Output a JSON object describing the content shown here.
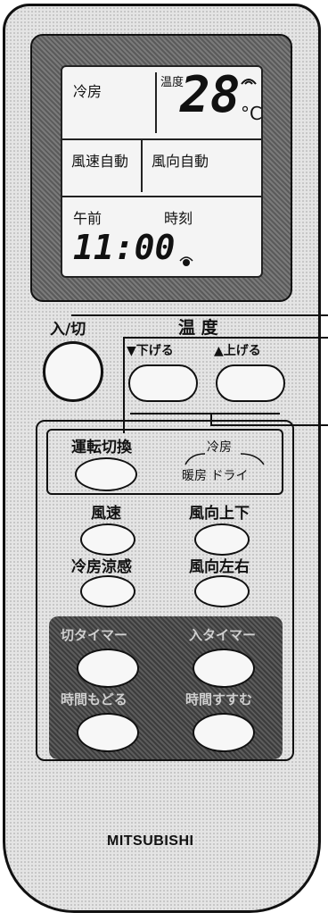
{
  "lcd": {
    "mode": "冷房",
    "temp_label": "温度",
    "temperature": "28",
    "unit": "°C",
    "fan": "風速自動",
    "vane": "風向自動",
    "ampm": "午前",
    "clock_label": "時刻",
    "time": "11:00"
  },
  "buttons": {
    "power": "入/切",
    "temp_title": "温 度",
    "temp_down": "▼下げる",
    "temp_up": "▲上げる",
    "mode_switch": "運転切換",
    "mode_cycle_top": "冷房",
    "mode_cycle_bottom": "暖房 ドライ",
    "fan_speed": "風速",
    "vane_updown": "風向上下",
    "cool_feel": "冷房涼感",
    "vane_leftright": "風向左右",
    "off_timer": "切タイマー",
    "on_timer": "入タイマー",
    "time_back": "時間もどる",
    "time_forward": "時間すすむ"
  },
  "brand": "MITSUBISHI"
}
